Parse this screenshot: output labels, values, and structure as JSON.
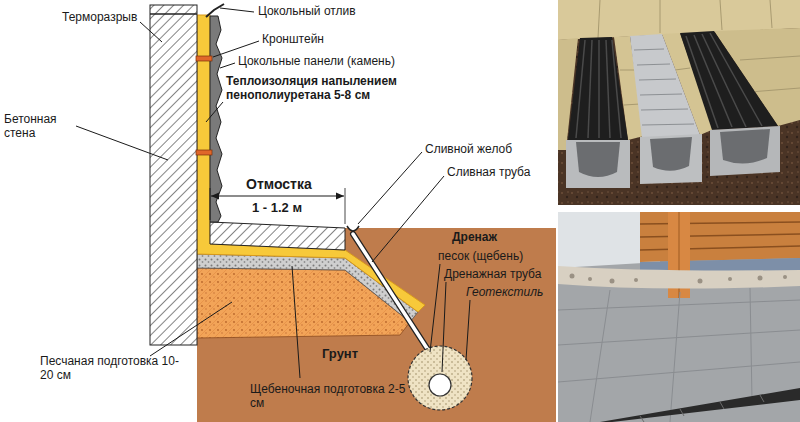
{
  "diagram": {
    "labels": [
      "Терморазрыв",
      "Цокольный отлив",
      "Кронштейн",
      "Цокольные панели (камень)",
      "Теплоизоляция напылением пенополиуретана 5-8 см",
      "Бетонная стена",
      "Сливной желоб",
      "Сливная труба",
      "Отмостка",
      "1 - 1.2 м",
      "Дренаж",
      "песок (щебень)",
      "Дренажная труба",
      "Геотекстиль",
      "Грунт",
      "Песчаная подготовка 10-20 см",
      "Щебеночная подготовка 2-5 см"
    ]
  }
}
